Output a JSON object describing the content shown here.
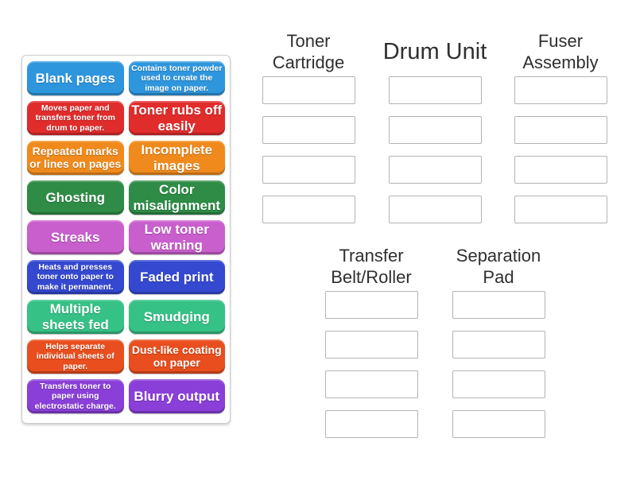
{
  "activity": {
    "kind": "group-sort",
    "background_color": "#ffffff"
  },
  "tile_panel": {
    "tiles": [
      {
        "label": "Blank pages",
        "color": "#2e96dd",
        "text_size": "large"
      },
      {
        "label": "Contains toner powder used to create the image on paper.",
        "color": "#2e96dd",
        "text_size": "small"
      },
      {
        "label": "Moves paper and transfers toner from drum to paper.",
        "color": "#e12c2c",
        "text_size": "small"
      },
      {
        "label": "Toner rubs off easily",
        "color": "#e12c2c",
        "text_size": "large"
      },
      {
        "label": "Repeated marks or lines on pages",
        "color": "#f08a1c",
        "text_size": "medium"
      },
      {
        "label": "Incomplete images",
        "color": "#f08a1c",
        "text_size": "large"
      },
      {
        "label": "Ghosting",
        "color": "#2e8c46",
        "text_size": "large"
      },
      {
        "label": "Color misalignment",
        "color": "#2e8c46",
        "text_size": "large"
      },
      {
        "label": "Streaks",
        "color": "#c95ecd",
        "text_size": "large"
      },
      {
        "label": "Low toner warning",
        "color": "#c95ecd",
        "text_size": "large"
      },
      {
        "label": "Heats and presses toner onto paper to make it permanent.",
        "color": "#3448d0",
        "text_size": "small"
      },
      {
        "label": "Faded print",
        "color": "#3448d0",
        "text_size": "large"
      },
      {
        "label": "Multiple sheets fed",
        "color": "#36c186",
        "text_size": "large"
      },
      {
        "label": "Smudging",
        "color": "#36c186",
        "text_size": "large"
      },
      {
        "label": "Helps separate individual sheets of paper.",
        "color": "#e84e1e",
        "text_size": "small"
      },
      {
        "label": "Dust-like coating on paper",
        "color": "#e84e1e",
        "text_size": "medium"
      },
      {
        "label": "Transfers toner to paper using electrostatic charge.",
        "color": "#8a3fd8",
        "text_size": "small"
      },
      {
        "label": "Blurry output",
        "color": "#8a3fd8",
        "text_size": "large"
      }
    ]
  },
  "groups": [
    {
      "name": "Toner Cartridge",
      "name_lines": [
        "Toner",
        "Cartridge"
      ],
      "slot_count": 4
    },
    {
      "name": "Drum Unit",
      "name_lines": [
        "Drum Unit"
      ],
      "slot_count": 4
    },
    {
      "name": "Fuser Assembly",
      "name_lines": [
        "Fuser",
        "Assembly"
      ],
      "slot_count": 4
    },
    {
      "name": "Transfer Belt/Roller",
      "name_lines": [
        "Transfer",
        "Belt/Roller"
      ],
      "slot_count": 4
    },
    {
      "name": "Separation Pad",
      "name_lines": [
        "Separation",
        "Pad"
      ],
      "slot_count": 4
    }
  ],
  "colors": {
    "slot_border": "#b3b3b3",
    "panel_border": "#cccccc",
    "header_text": "#2f2f2f"
  }
}
